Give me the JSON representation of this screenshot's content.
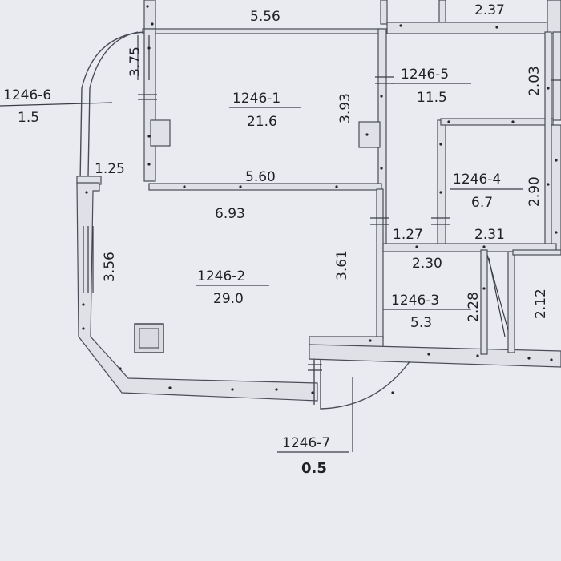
{
  "rooms": [
    {
      "id": "1246-1",
      "area": "21.6"
    },
    {
      "id": "1246-2",
      "area": "29.0"
    },
    {
      "id": "1246-3",
      "area": "5.3"
    },
    {
      "id": "1246-4",
      "area": "6.7"
    },
    {
      "id": "1246-5",
      "area": "11.5"
    },
    {
      "id": "1246-6",
      "area": "1.5"
    },
    {
      "id": "1246-7",
      "area": "0.5"
    }
  ],
  "dimensions": {
    "top_room_width": "5.56",
    "top_right_width": "2.37",
    "room1_width": "5.60",
    "room1_height": "3.93",
    "room6_height": "3.75",
    "room6_width": "1.25",
    "room2_width": "6.93",
    "room2_height_left": "3.56",
    "room2_height_right": "3.61",
    "room5_height": "2.03",
    "room4_height": "2.90",
    "room4_width": "2.31",
    "corridor_width": "1.27",
    "room3_width": "2.30",
    "room3_height": "2.28",
    "right_room_height": "2.12"
  }
}
